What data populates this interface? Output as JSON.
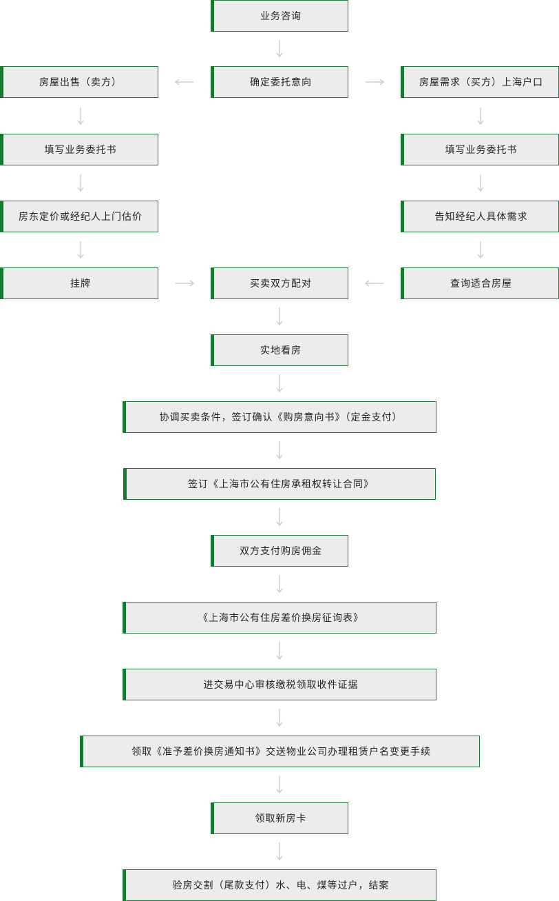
{
  "steps": {
    "consult": "业务咨询",
    "confirm_intent": "确定委托意向",
    "seller": "房屋出售（卖方）",
    "buyer": "房屋需求（买方）上海户口",
    "seller_entrust": "填写业务委托书",
    "buyer_entrust": "填写业务委托书",
    "price": "房东定价或经纪人上门估价",
    "tell_agent": "告知经纪人具体需求",
    "listing": "挂牌",
    "match": "买卖双方配对",
    "find_house": "查询适合房屋",
    "viewing": "实地看房",
    "negotiate": "协调买卖条件，签订确认《购房意向书》（定金支付）",
    "sign_contract": "签订《上海市公有住房承租权转让合同》",
    "commission": "双方支付购房佣金",
    "form": "《上海市公有住房差价换房征询表》",
    "tax": "进交易中心审核缴税领取收件证据",
    "notice": "领取《准予差价换房通知书》交送物业公司办理租赁户名变更手续",
    "new_card": "领取新房卡",
    "handover": "验房交割（尾款支付）水、电、煤等过户，结案"
  },
  "colors": {
    "accent": "#157a2f",
    "box_bg": "#ececec",
    "arrow": "#cfcfcf"
  }
}
